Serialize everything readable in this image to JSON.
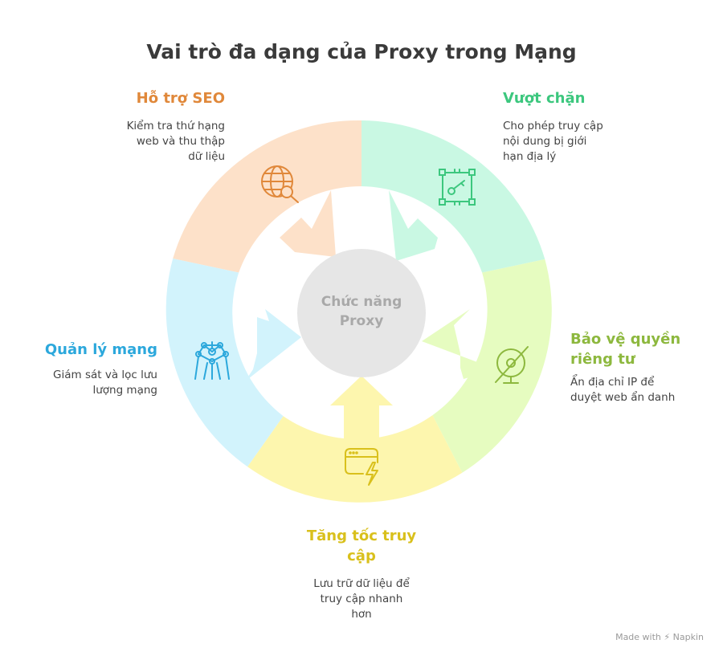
{
  "title": "Vai trò đa dạng của Proxy trong Mạng",
  "center": {
    "line1": "Chức năng",
    "line2": "Proxy"
  },
  "segments": {
    "seo": {
      "heading": "Hỗ trợ SEO",
      "desc": [
        "Kiểm tra thứ hạng",
        "web và thu thập",
        "dữ liệu"
      ],
      "color": "#e0883a",
      "fill": "#fde1c9",
      "icon": "globe-search-icon"
    },
    "bypass": {
      "heading": "Vượt chặn",
      "desc": [
        "Cho phép truy cập",
        "nội dung bị giới",
        "hạn địa lý"
      ],
      "color": "#3cc77e",
      "fill": "#c9f8e3",
      "icon": "key-frame-icon"
    },
    "privacy": {
      "heading": [
        "Bảo vệ quyền",
        "riêng tư"
      ],
      "desc": [
        "Ẩn địa chỉ IP để",
        "duyệt web ẩn danh"
      ],
      "color": "#8db83e",
      "fill": "#e6fcc0",
      "icon": "hidden-globe-icon"
    },
    "speed": {
      "heading": [
        "Tăng tốc truy",
        "cập"
      ],
      "desc": [
        "Lưu trữ dữ liệu để",
        "truy cập nhanh",
        "hơn"
      ],
      "color": "#d9c01c",
      "fill": "#fdf6ae",
      "icon": "browser-lightning-icon"
    },
    "network": {
      "heading": "Quản lý mạng",
      "desc": [
        "Giám sát và lọc lưu",
        "lượng mạng"
      ],
      "color": "#2ca8dc",
      "fill": "#d2f3fc",
      "icon": "network-atom-icon"
    }
  },
  "watermark": {
    "text": "Made with",
    "brand": "Napkin"
  }
}
